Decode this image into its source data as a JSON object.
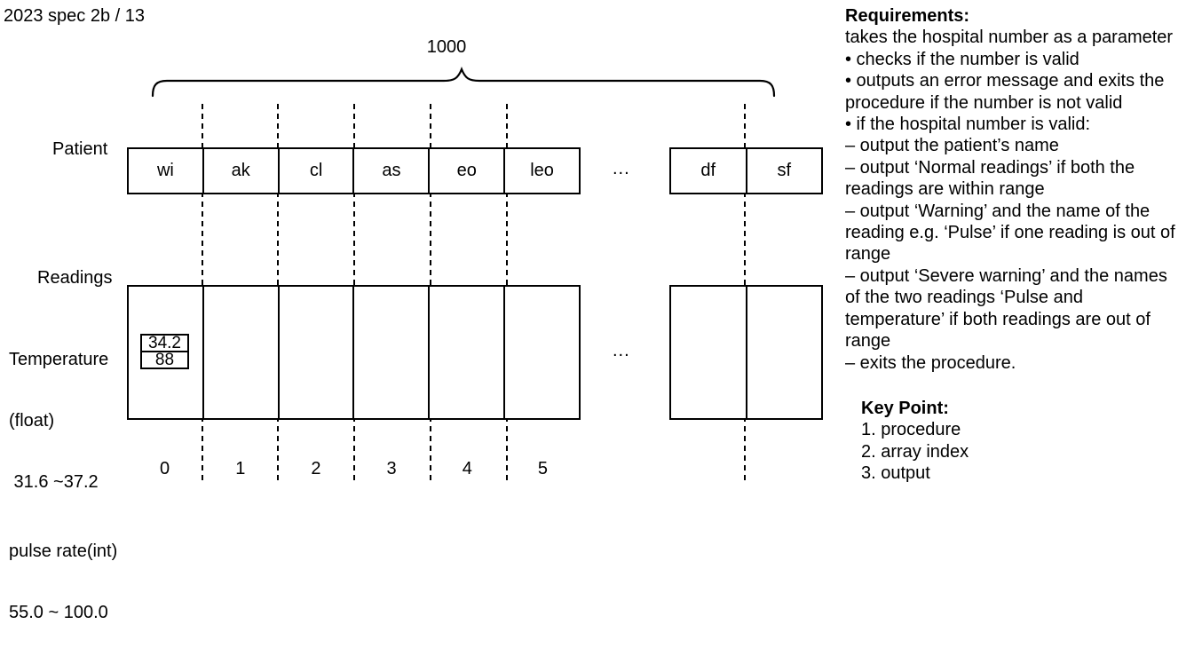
{
  "page": {
    "title": "2023 spec 2b / 13"
  },
  "diagram": {
    "capacity_label": "1000",
    "patient_label": "Patient",
    "readings_label": "Readings",
    "field_labels": [
      "Temperature",
      "(float)",
      " 31.6 ~37.2",
      "pulse rate(int)",
      "55.0 ~ 100.0"
    ],
    "patient_cells": [
      "wi",
      "ak",
      "cl",
      "as",
      "eo",
      "leo"
    ],
    "patient_tail_cells": [
      "df",
      "sf"
    ],
    "ellipsis": "...",
    "reading_values": [
      "34.2",
      "88"
    ],
    "indices": [
      "0",
      "1",
      "2",
      "3",
      "4",
      "5"
    ]
  },
  "requirements": {
    "heading": "Requirements:",
    "lines": [
      "takes the hospital number as a parameter",
      "• checks if the number is valid",
      "• outputs an error message and exits the",
      "procedure if the number is not valid",
      "• if the hospital number is valid:",
      "– output the patient’s name",
      "– output ‘Normal readings’ if both the",
      "readings are within range",
      "– output ‘Warning’ and the name of the",
      "reading e.g. ‘Pulse’ if one reading is out of",
      "range",
      "– output ‘Severe warning’ and the names",
      "of the two readings ‘Pulse and",
      "temperature’ if both readings are out of",
      "range",
      "– exits the procedure."
    ]
  },
  "key_point": {
    "heading": "Key Point:",
    "items": [
      "1. procedure",
      "2. array index",
      "3. output"
    ]
  }
}
